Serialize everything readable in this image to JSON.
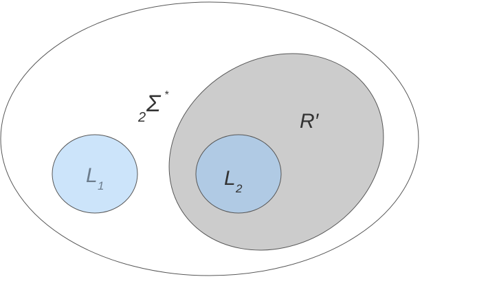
{
  "diagram": {
    "universe": {
      "prefix": "2",
      "symbol": "Σ",
      "superscript": "*"
    },
    "sets": {
      "l1": {
        "letter": "L",
        "subscript": "1",
        "fill": "#cce4fa",
        "text_color": "#6c7c8c"
      },
      "l2": {
        "letter": "L",
        "subscript": "2",
        "fill": "#b0cae4",
        "text_color": "#333333"
      },
      "r_prime": {
        "label": "R′",
        "fill": "#cccccc",
        "text_color": "#333333"
      }
    },
    "colors": {
      "outline": "#555555",
      "background": "#ffffff"
    }
  }
}
